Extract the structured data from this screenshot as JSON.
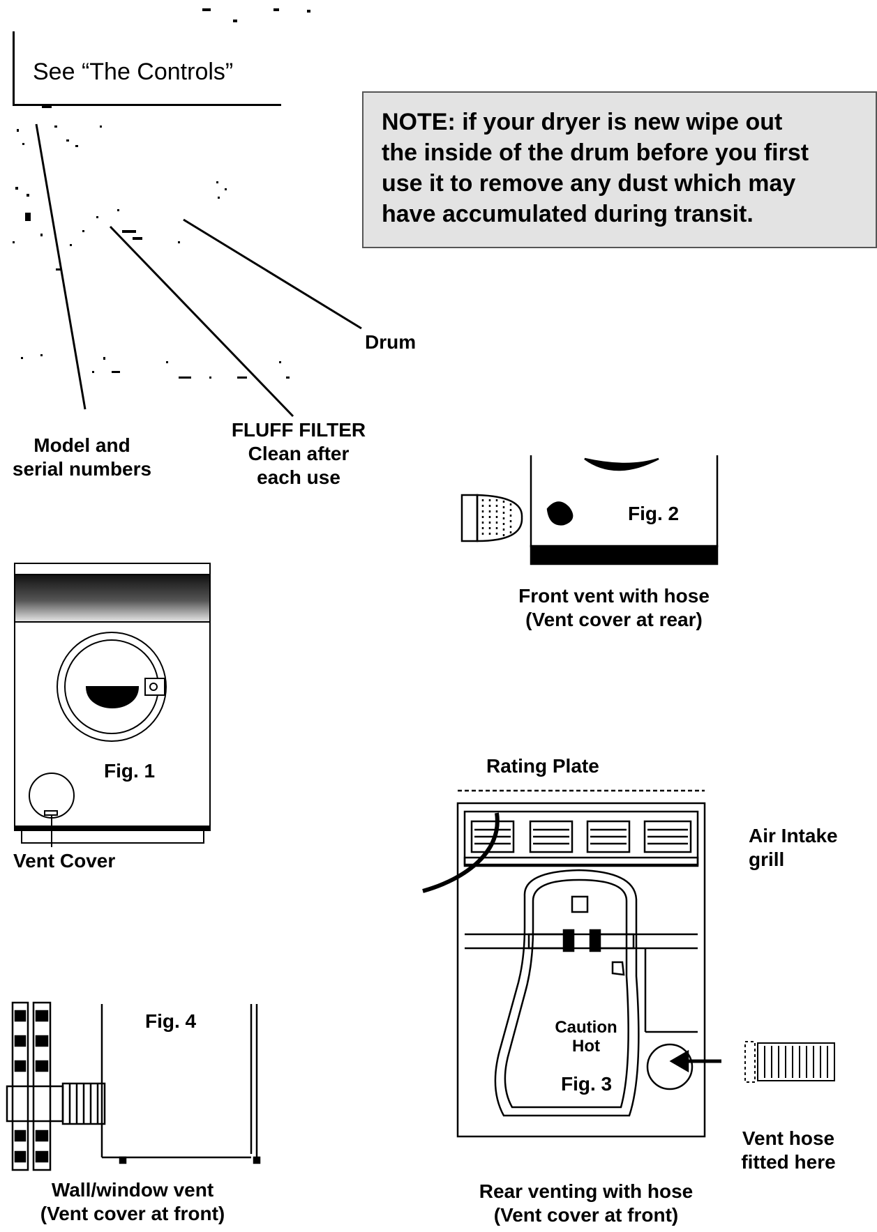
{
  "controls_ref": "See “The Controls”",
  "note": {
    "lines": [
      "NOTE: if your dryer is new wipe out",
      "the inside of the drum before you first",
      "use it to remove any dust which may",
      "have accumulated during transit."
    ]
  },
  "top_diagram": {
    "drum": "Drum",
    "model_serial": [
      "Model and",
      "serial numbers"
    ],
    "fluff_filter": [
      "FLUFF FILTER",
      "Clean after",
      "each use"
    ]
  },
  "fig1": {
    "label": "Fig. 1",
    "vent_cover": "Vent Cover"
  },
  "fig2": {
    "label": "Fig. 2",
    "caption": [
      "Front vent with hose",
      "(Vent cover at rear)"
    ]
  },
  "fig3": {
    "label": "Fig. 3",
    "rating_plate": "Rating Plate",
    "air_intake": [
      "Air Intake",
      "grill"
    ],
    "caution": [
      "Caution",
      "Hot"
    ],
    "vent_hose": [
      "Vent hose",
      "fitted here"
    ],
    "caption": [
      "Rear venting with hose",
      "(Vent cover at front)"
    ]
  },
  "fig4": {
    "label": "Fig. 4",
    "caption": [
      "Wall/window vent",
      "(Vent cover at front)"
    ]
  }
}
